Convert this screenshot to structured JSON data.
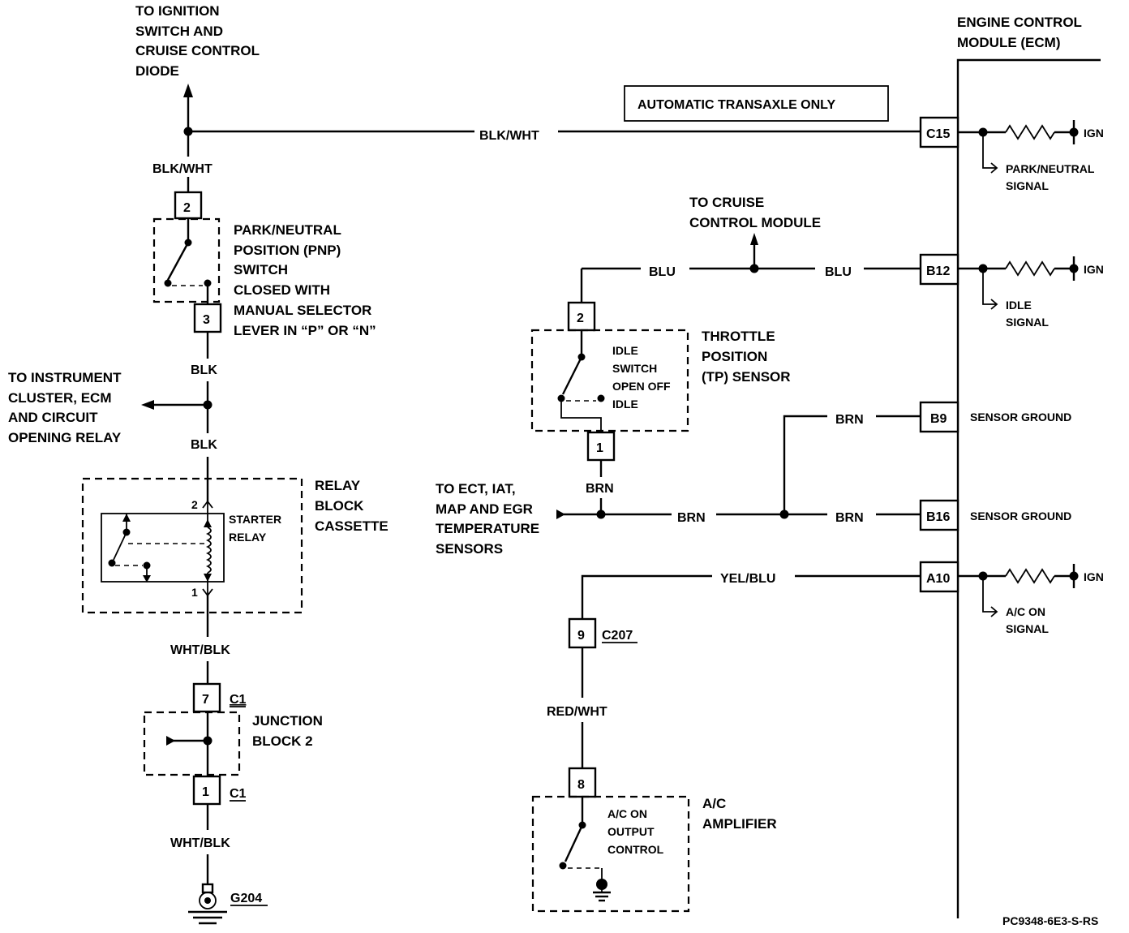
{
  "labels": {
    "ignition_dest": [
      "TO IGNITION",
      "SWITCH AND",
      "CRUISE CONTROL",
      "DIODE"
    ],
    "ecm_title": [
      "ENGINE CONTROL",
      "MODULE (ECM)"
    ],
    "auto_only": "AUTOMATIC TRANSAXLE ONLY",
    "pnp_switch": [
      "PARK/NEUTRAL",
      "POSITION (PNP)",
      "SWITCH",
      "CLOSED WITH",
      "MANUAL SELECTOR",
      "LEVER IN “P” OR “N”"
    ],
    "cluster_dest": [
      "TO INSTRUMENT",
      "CLUSTER, ECM",
      "AND CIRCUIT",
      "OPENING RELAY"
    ],
    "relay_block": [
      "RELAY",
      "BLOCK",
      "CASSETTE"
    ],
    "starter_relay": [
      "STARTER",
      "RELAY"
    ],
    "junction_block": [
      "JUNCTION",
      "BLOCK 2"
    ],
    "cruise_dest": [
      "TO CRUISE",
      "CONTROL MODULE"
    ],
    "tp_sensor": [
      "THROTTLE",
      "POSITION",
      "(TP) SENSOR"
    ],
    "idle_switch": [
      "IDLE",
      "SWITCH",
      "OPEN OFF",
      "IDLE"
    ],
    "sensors_dest": [
      "TO ECT, IAT,",
      "MAP AND EGR",
      "TEMPERATURE",
      "SENSORS"
    ],
    "ac_amp": [
      "A/C",
      "AMPLIFIER"
    ],
    "ac_output": [
      "A/C ON",
      "OUTPUT",
      "CONTROL"
    ],
    "park_signal": [
      "PARK/NEUTRAL",
      "SIGNAL"
    ],
    "idle_signal": [
      "IDLE",
      "SIGNAL"
    ],
    "ac_signal": [
      "A/C ON",
      "SIGNAL"
    ],
    "sensor_ground": "SENSOR GROUND",
    "ign": "IGN",
    "ground_id": "G204",
    "connector_c207": "C207",
    "connector_c1": "C1",
    "relay_pin_2": "2",
    "relay_pin_1": "1",
    "figure_code": "PC9348-6E3-S-RS"
  },
  "wires": {
    "blk_wht": "BLK/WHT",
    "blk": "BLK",
    "wht_blk": "WHT/BLK",
    "blu": "BLU",
    "brn": "BRN",
    "yel_blu": "YEL/BLU",
    "red_wht": "RED/WHT"
  },
  "pins": {
    "pnp_top": "2",
    "pnp_bottom": "3",
    "jb_top": "7",
    "jb_bottom": "1",
    "tp_top": "2",
    "tp_bottom": "1",
    "c207": "9",
    "ac_amp": "8"
  },
  "ecm_pins": {
    "c15": "C15",
    "b12": "B12",
    "b9": "B9",
    "b16": "B16",
    "a10": "A10"
  }
}
